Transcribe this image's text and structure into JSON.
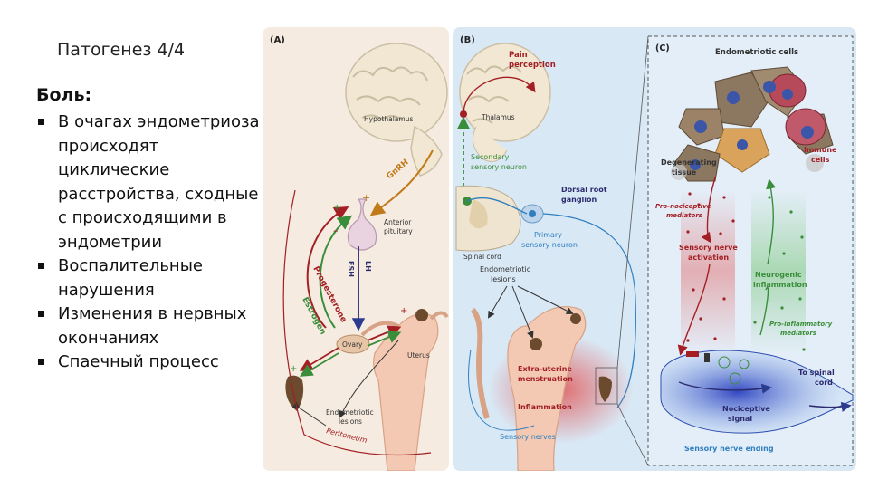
{
  "slide": {
    "title": "Патогенез 4/4",
    "heading": "Боль:",
    "points": [
      "В очагах эндометриоза происходят циклические расстройства, сходные с происходящими в эндометрии",
      "Воспалительные нарушения",
      "Изменения в нервных окончаниях",
      "Спаечный процесс"
    ]
  },
  "figure": {
    "panel_a": {
      "tag": "(A)",
      "hypothalamus": "Hypothalamus",
      "gnrh": "GnRH",
      "anterior_pituitary": [
        "Anterior",
        "pituitary"
      ],
      "fsh": "FSH",
      "lh": "LH",
      "progesterone": "Progesterone",
      "estrogen": "Estrogen",
      "ovary": "Ovary",
      "uterus": "Uterus",
      "lesions": [
        "Endometriotic",
        "lesions"
      ],
      "peritoneum": "Peritoneum",
      "plus": "+",
      "minus": "–"
    },
    "panel_b": {
      "tag": "(B)",
      "pain": [
        "Pain",
        "perception"
      ],
      "thalamus": "Thalamus",
      "secondary": [
        "Secondary",
        "sensory neuron"
      ],
      "drg": [
        "Dorsal root",
        "ganglion"
      ],
      "primary": [
        "Primary",
        "sensory neuron"
      ],
      "spinal_cord": "Spinal cord",
      "lesions": [
        "Endometriotic",
        "lesions"
      ],
      "extra": [
        "Extra-uterine",
        "menstruation"
      ],
      "inflammation": "Inflammation",
      "sensory_nerves": "Sensory nerves"
    },
    "panel_c": {
      "tag": "(C)",
      "endo_cells": "Endometriotic cells",
      "immune": [
        "Immune",
        "cells"
      ],
      "degenerating": [
        "Degenerating",
        "tissue"
      ],
      "pro_noci": [
        "Pro-nociceptive",
        "mediators"
      ],
      "activation": [
        "Sensory nerve",
        "activation"
      ],
      "neurogenic": [
        "Neurogenic",
        "inflammation"
      ],
      "pro_inflam": [
        "Pro-inflammatory",
        "mediators"
      ],
      "spinal": [
        "To spinal",
        "cord"
      ],
      "nociceptive": [
        "Nociceptive",
        "signal"
      ],
      "nerve_ending": "Sensory nerve ending"
    },
    "colors": {
      "panel_a_bg": "#f6ebe0",
      "panel_b_bg": "#d9e8f5",
      "red_arrow": "#a31f24",
      "green_arrow": "#3a8d3a",
      "gnrh_orange": "#c07a1a",
      "navy_text": "#2b2b6e",
      "blue_text": "#2f7fc0"
    }
  }
}
